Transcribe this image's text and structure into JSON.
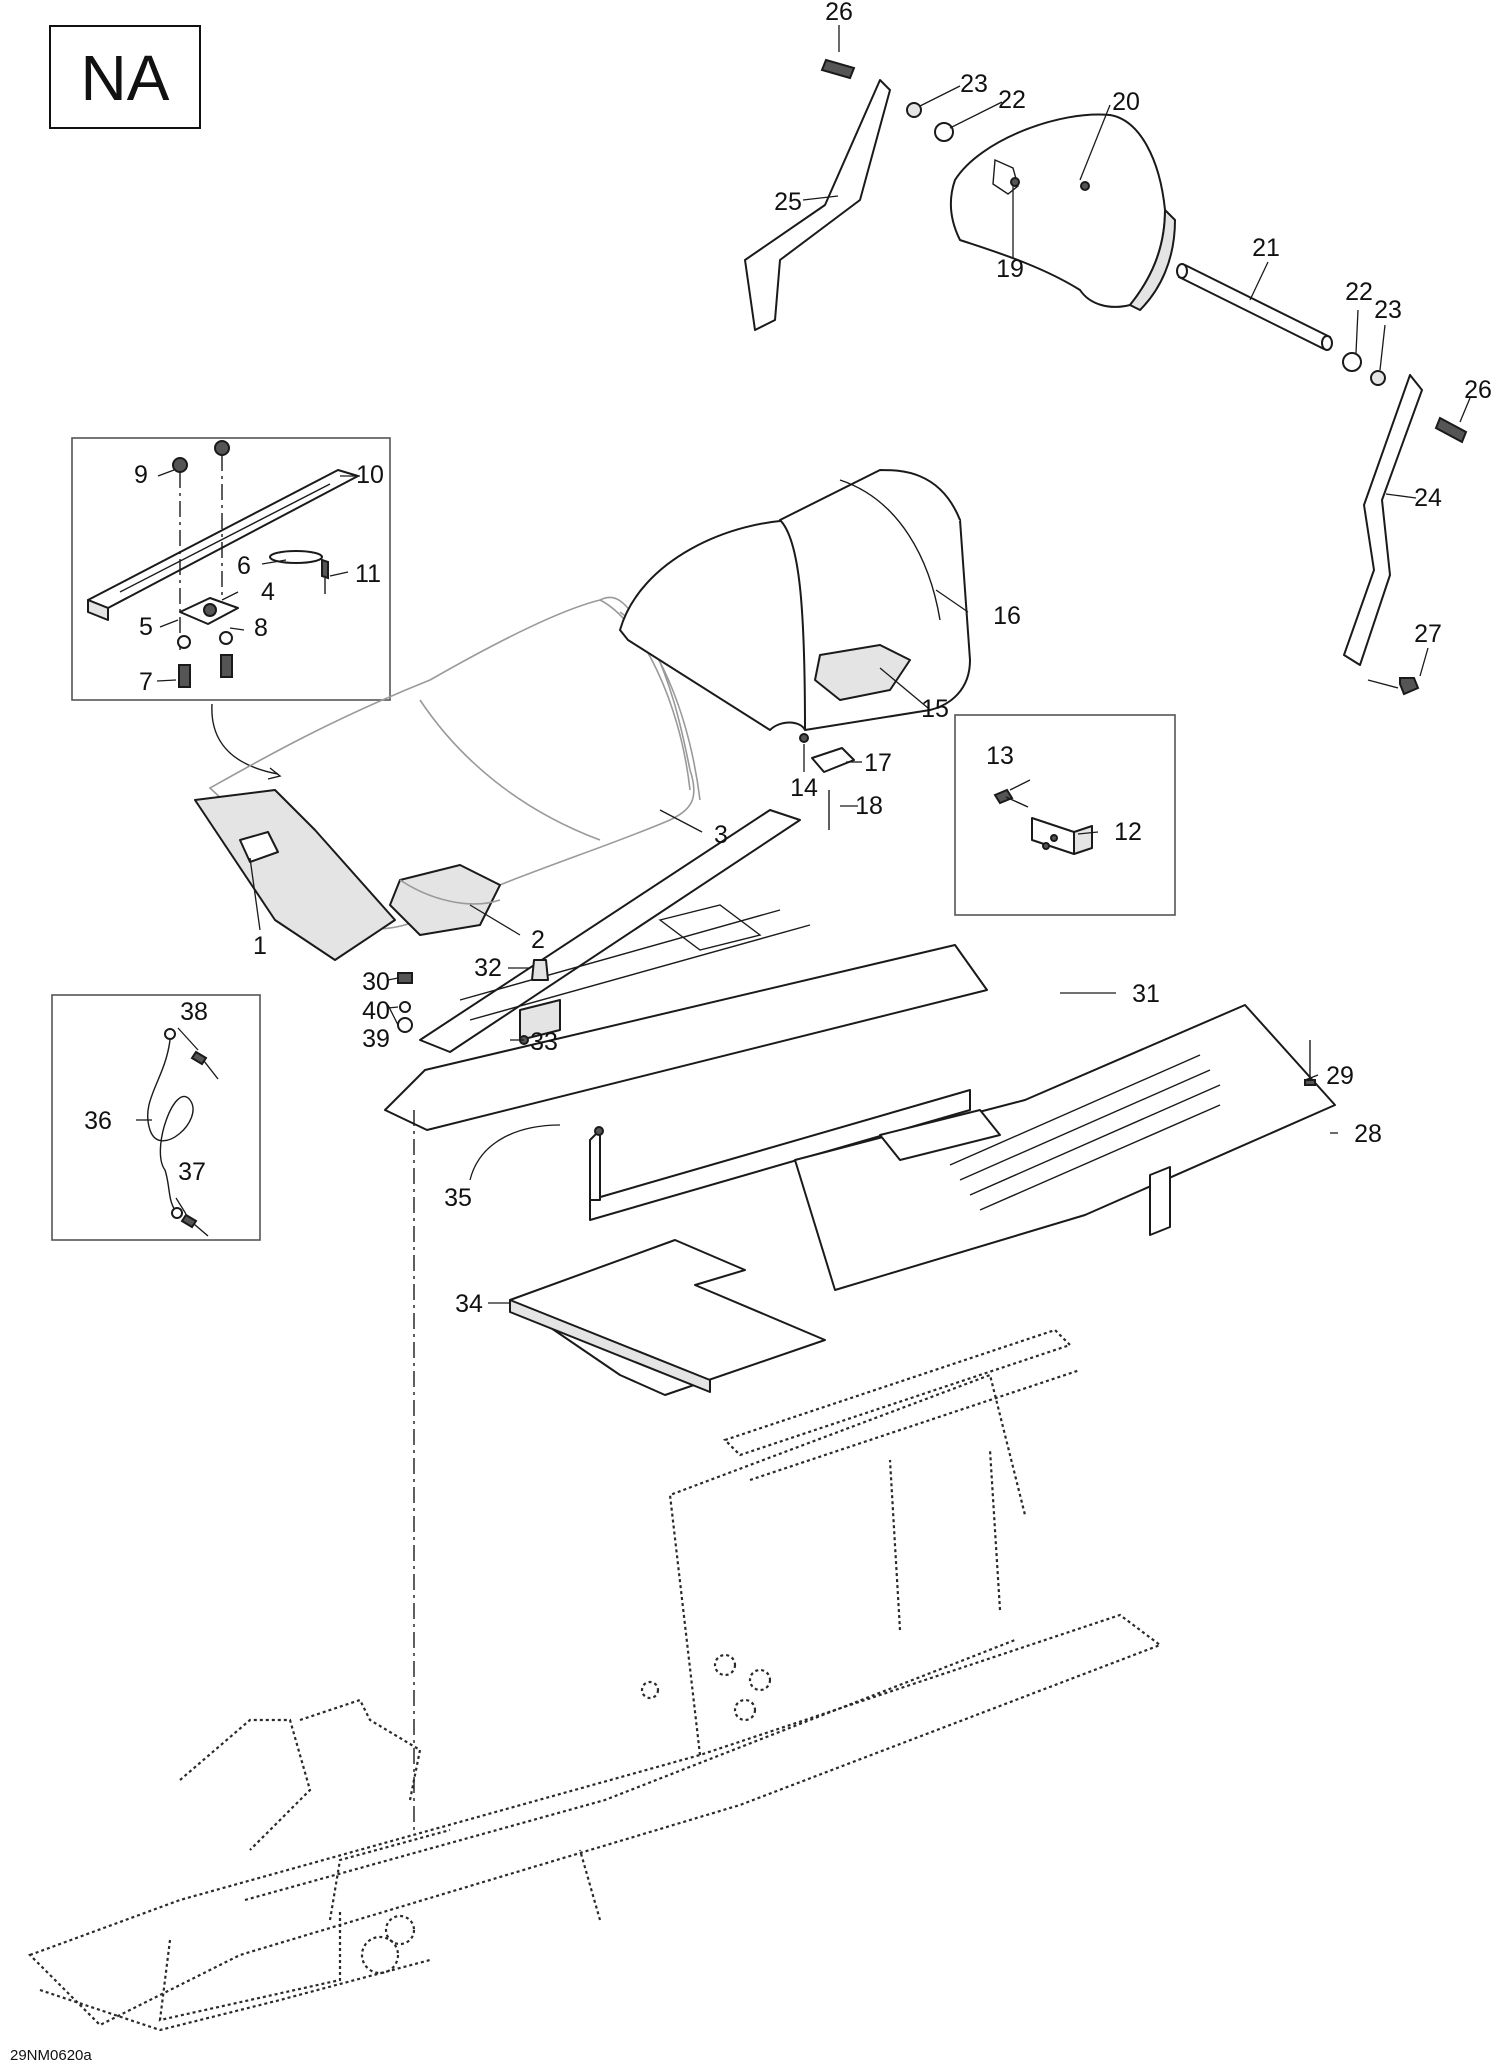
{
  "diagram": {
    "region_label": "NA",
    "drawing_code": "29NM0620a",
    "callouts": [
      {
        "id": "c1",
        "text": "1"
      },
      {
        "id": "c2",
        "text": "2"
      },
      {
        "id": "c3",
        "text": "3"
      },
      {
        "id": "c4",
        "text": "4"
      },
      {
        "id": "c5",
        "text": "5"
      },
      {
        "id": "c6",
        "text": "6"
      },
      {
        "id": "c7",
        "text": "7"
      },
      {
        "id": "c8",
        "text": "8"
      },
      {
        "id": "c9",
        "text": "9"
      },
      {
        "id": "c10",
        "text": "10"
      },
      {
        "id": "c11",
        "text": "11"
      },
      {
        "id": "c12",
        "text": "12"
      },
      {
        "id": "c13",
        "text": "13"
      },
      {
        "id": "c14",
        "text": "14"
      },
      {
        "id": "c15",
        "text": "15"
      },
      {
        "id": "c16",
        "text": "16"
      },
      {
        "id": "c17",
        "text": "17"
      },
      {
        "id": "c18",
        "text": "18"
      },
      {
        "id": "c19",
        "text": "19"
      },
      {
        "id": "c20",
        "text": "20"
      },
      {
        "id": "c21",
        "text": "21"
      },
      {
        "id": "c22a",
        "text": "22"
      },
      {
        "id": "c22b",
        "text": "22"
      },
      {
        "id": "c23a",
        "text": "23"
      },
      {
        "id": "c23b",
        "text": "23"
      },
      {
        "id": "c24",
        "text": "24"
      },
      {
        "id": "c25",
        "text": "25"
      },
      {
        "id": "c26a",
        "text": "26"
      },
      {
        "id": "c26b",
        "text": "26"
      },
      {
        "id": "c27",
        "text": "27"
      },
      {
        "id": "c28",
        "text": "28"
      },
      {
        "id": "c29",
        "text": "29"
      },
      {
        "id": "c30",
        "text": "30"
      },
      {
        "id": "c31",
        "text": "31"
      },
      {
        "id": "c32",
        "text": "32"
      },
      {
        "id": "c33",
        "text": "33"
      },
      {
        "id": "c34",
        "text": "34"
      },
      {
        "id": "c35",
        "text": "35"
      },
      {
        "id": "c36",
        "text": "36"
      },
      {
        "id": "c37",
        "text": "37"
      },
      {
        "id": "c38",
        "text": "38"
      },
      {
        "id": "c39",
        "text": "39"
      },
      {
        "id": "c40",
        "text": "40"
      }
    ]
  }
}
